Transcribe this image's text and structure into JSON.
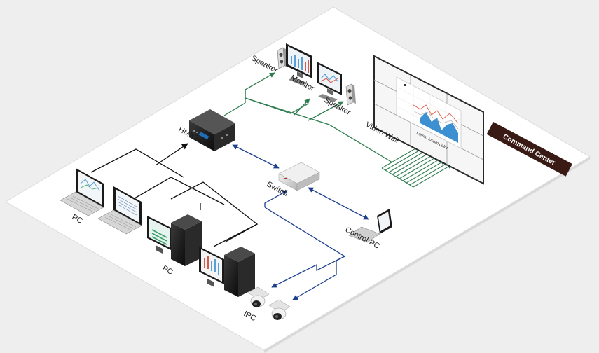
{
  "labels": {
    "speaker_top": "Speaker",
    "monitor": "Monitor",
    "speaker_right": "Speaker",
    "video_wall": "Video Wall",
    "wall_caption": "Lorem ipsum dolor",
    "command_center": "Command Center",
    "hmx": "HMX2-E",
    "switch": "Switch",
    "control_pc": "Control PC",
    "pc_laptops": "PC",
    "pc_towers": "PC",
    "ipc": "IPC"
  },
  "colors": {
    "background": "#eeeeee",
    "paper": "#ffffff",
    "green_link": "#2f7d50",
    "blue_link": "#1c3f8f",
    "black_link": "#111111",
    "badge": "#3a1a14"
  }
}
